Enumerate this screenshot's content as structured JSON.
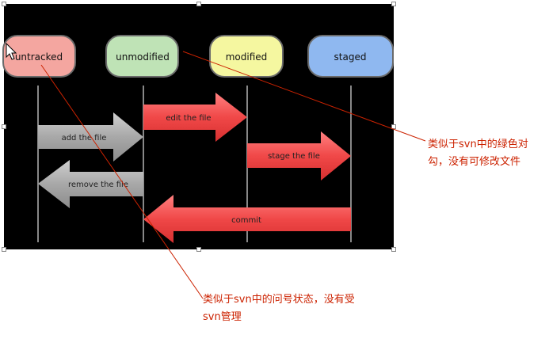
{
  "states": {
    "untracked": "untracked",
    "unmodified": "unmodified",
    "modified": "modified",
    "staged": "staged"
  },
  "actions": {
    "add_file": "add the file",
    "edit_file": "edit the file",
    "stage_file": "stage the file",
    "remove_file": "remove the file",
    "commit": "commit"
  },
  "annotations": {
    "green_check_note": "类似于svn中的绿色对勾，没有可修改文件",
    "question_mark_note": "类似于svn中的问号状态，没有受svn管理"
  },
  "colors": {
    "untracked": "#f4a6a0",
    "unmodified": "#bfe3b6",
    "modified": "#f5f7a0",
    "staged": "#8fb8f0",
    "red_arrow": "#f04848",
    "gray_arrow": "#a8a8a8",
    "annotation": "#cc2200"
  }
}
